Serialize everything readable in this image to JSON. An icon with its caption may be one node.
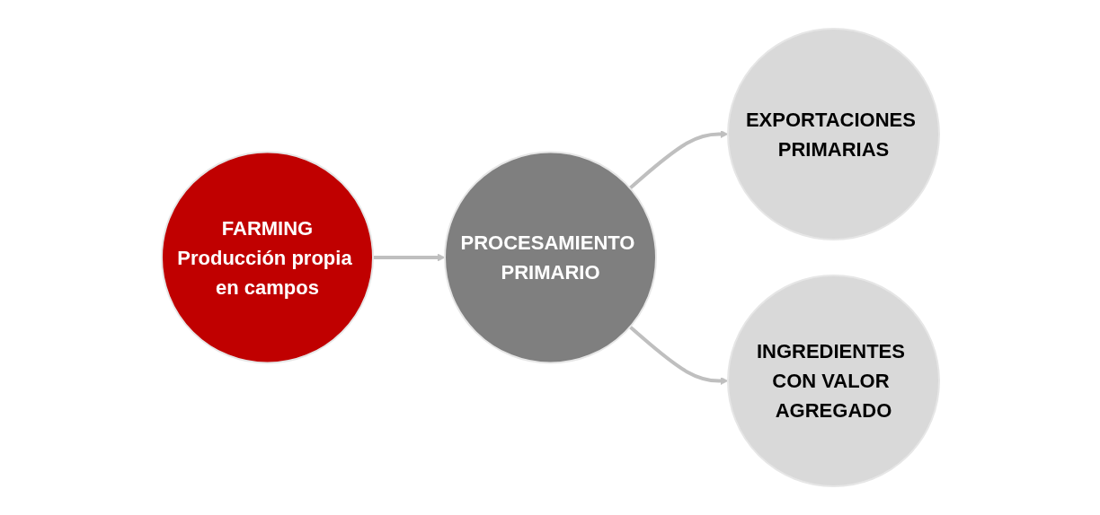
{
  "diagram": {
    "nodes": [
      {
        "text": [
          "FARMING",
          "Producción propia en campos"
        ]
      },
      {
        "text": [
          "PROCESAMIENTO PRIMARIO"
        ]
      },
      {
        "text": [
          "EXPORTACIONES PRIMARIAS"
        ]
      },
      {
        "text": [
          "INGREDIENTES CON VALOR AGREGADO"
        ]
      }
    ],
    "edges": [
      {
        "from": 0,
        "to": 1,
        "arrow": "to"
      },
      {
        "from": 1,
        "to": 2,
        "arrow": "to"
      },
      {
        "from": 1,
        "to": 3,
        "arrow": "to"
      }
    ]
  }
}
